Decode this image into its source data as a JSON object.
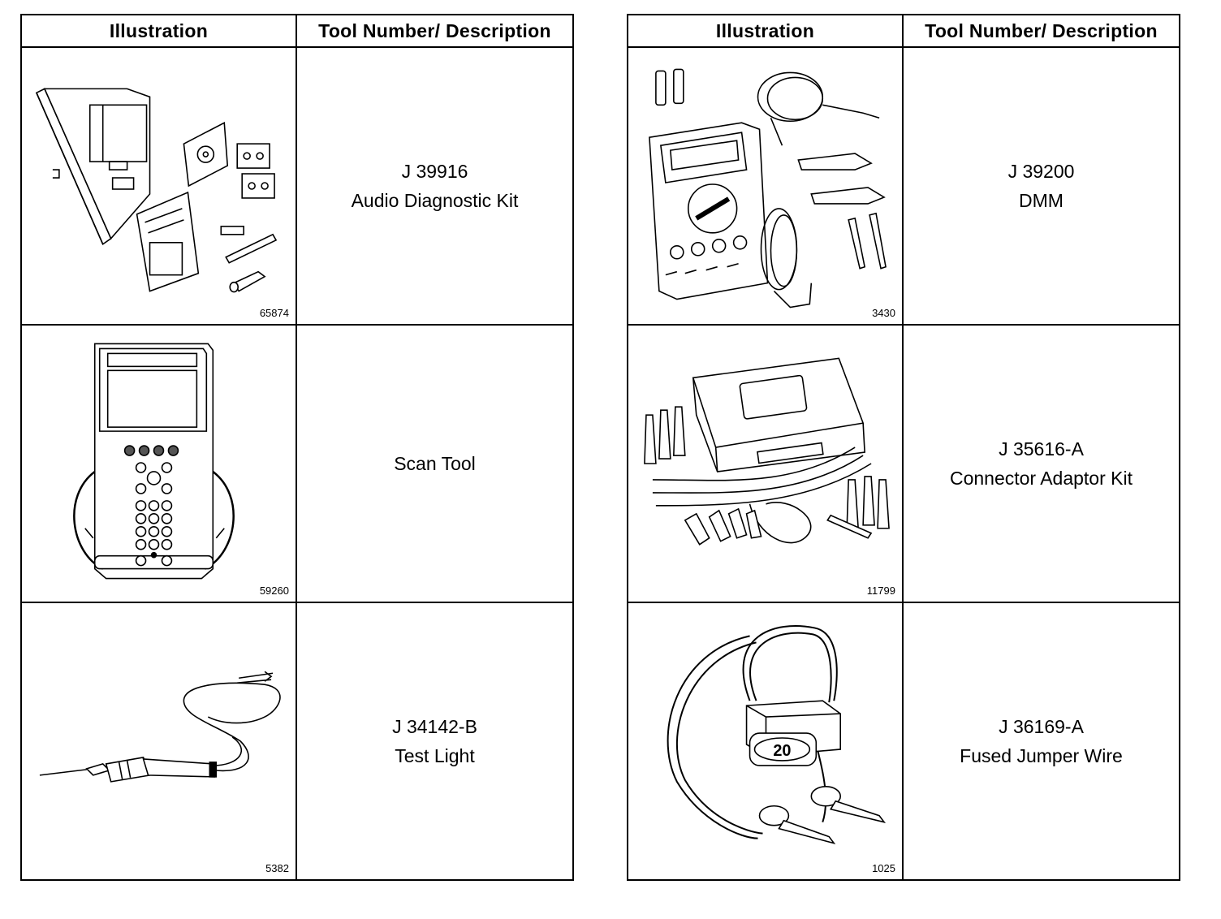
{
  "tables": [
    {
      "headers": {
        "illustration": "Illustration",
        "description": "Tool Number/ Description"
      },
      "rows": [
        {
          "figure": "65874",
          "icon": "audio-diagnostic-kit-icon",
          "tool_number": "J 39916",
          "description": "Audio Diagnostic Kit"
        },
        {
          "figure": "59260",
          "icon": "scan-tool-icon",
          "tool_number": "",
          "description": "Scan Tool"
        },
        {
          "figure": "5382",
          "icon": "test-light-icon",
          "tool_number": "J 34142-B",
          "description": "Test Light"
        }
      ]
    },
    {
      "headers": {
        "illustration": "Illustration",
        "description": "Tool Number/ Description"
      },
      "rows": [
        {
          "figure": "3430",
          "icon": "dmm-icon",
          "tool_number": "J 39200",
          "description": "DMM"
        },
        {
          "figure": "11799",
          "icon": "connector-adaptor-kit-icon",
          "tool_number": "J 35616-A",
          "description": "Connector Adaptor Kit"
        },
        {
          "figure": "1025",
          "icon": "fused-jumper-wire-icon",
          "tool_number": "J 36169-A",
          "description": "Fused Jumper Wire",
          "fuse_label": "20"
        }
      ]
    }
  ]
}
